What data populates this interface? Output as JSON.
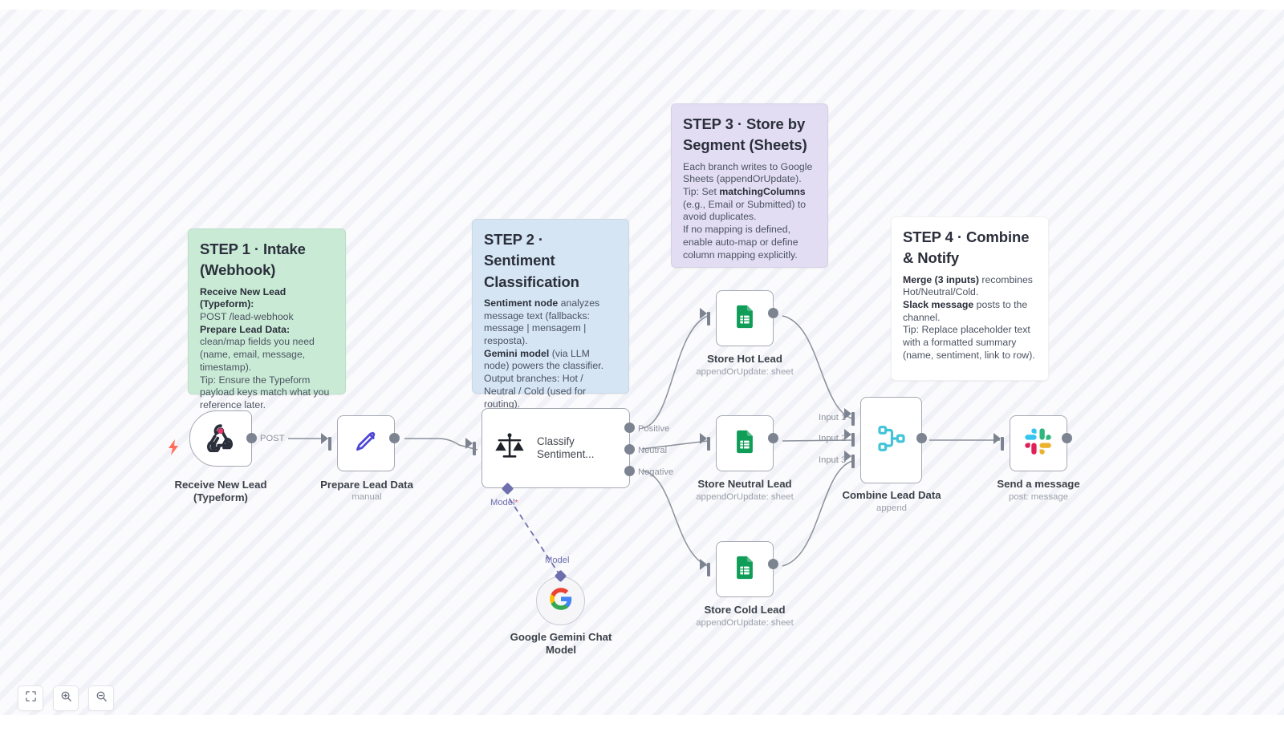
{
  "app": {
    "expand_icon": "expand-arrows-icon"
  },
  "toolbar": {
    "fit_label": "fit-to-view-icon",
    "zoom_in_label": "zoom-in-icon",
    "zoom_out_label": "zoom-out-icon"
  },
  "sticky_notes": [
    {
      "id": "step-1",
      "color": "#c9ebd6",
      "title": "STEP 1 · Intake (Webhook)",
      "lines": [
        {
          "bold": "Receive New Lead (Typeform):",
          "text": ""
        },
        {
          "bold": "",
          "text": "POST /lead-webhook"
        },
        {
          "bold": "Prepare Lead Data:",
          "text": " clean/map fields you need (name, email, message, timestamp)."
        },
        {
          "bold": "",
          "text": "Tip: Ensure the Typeform payload keys match what you reference later."
        }
      ]
    },
    {
      "id": "step-2",
      "color": "#d5e5f3",
      "title": "STEP 2 · Sentiment Classification",
      "lines": [
        {
          "bold": "Sentiment node",
          "text": " analyzes message text (fallbacks: message | mensagem | resposta)."
        },
        {
          "bold": "Gemini model",
          "text": " (via LLM node) powers the classifier."
        },
        {
          "bold": "",
          "text": "Output branches: Hot / Neutral / Cold (used for routing)."
        }
      ]
    },
    {
      "id": "step-3",
      "color": "#e2ddf2",
      "title": "STEP 3 · Store by Segment (Sheets)",
      "lines": [
        {
          "bold": "",
          "text": "Each branch writes to Google Sheets (appendOrUpdate)."
        },
        {
          "bold": "",
          "text": "Tip: Set "
        },
        {
          "bold": "matchingColumns",
          "text": " (e.g., Email or Submitted) to avoid duplicates."
        },
        {
          "bold": "",
          "text": "If no mapping is defined, enable auto-map or define column mapping explicitly."
        }
      ]
    },
    {
      "id": "step-4",
      "color": "#ffffff",
      "title": "STEP 4 · Combine & Notify",
      "lines": [
        {
          "bold": "Merge (3 inputs)",
          "text": " recombines Hot/Neutral/Cold."
        },
        {
          "bold": "Slack message",
          "text": " posts to the channel."
        },
        {
          "bold": "",
          "text": "Tip: Replace placeholder text with a formatted summary (name, sentiment, link to row)."
        }
      ]
    }
  ],
  "sticky_1_text": {
    "l1_b": "Receive New Lead (Typeform):",
    "l2": "POST /lead-webhook",
    "l3_b": "Prepare Lead Data:",
    "l3": " clean/map fields you need (name, email, message, timestamp).",
    "l4": "Tip: Ensure the Typeform payload keys match what you reference later.",
    "title": "STEP 1 · Intake (Webhook)"
  },
  "sticky_2_text": {
    "title": "STEP 2 · Sentiment Classification",
    "l1_b": "Sentiment node",
    "l1": " analyzes message text (fallbacks: message | mensagem | resposta).",
    "l2_b": "Gemini model",
    "l2": " (via LLM node) powers the classifier.",
    "l3": "Output branches: Hot / Neutral / Cold (used for routing)."
  },
  "sticky_3_text": {
    "title": "STEP 3 · Store by Segment (Sheets)",
    "l1": "Each branch writes to Google Sheets (appendOrUpdate).",
    "l2a": "Tip: Set ",
    "l2_b": "matchingColumns",
    "l2c": " (e.g., Email or Submitted) to avoid duplicates.",
    "l3": "If no mapping is defined, enable auto-map or define column mapping explicitly."
  },
  "sticky_4_text": {
    "title": "STEP 4 · Combine & Notify",
    "l1_b": "Merge (3 inputs)",
    "l1": " recombines Hot/Neutral/Cold.",
    "l2_b": "Slack message",
    "l2": " posts to the channel.",
    "l3": "Tip: Replace placeholder text with a formatted summary (name, sentiment, link to row)."
  },
  "nodes": [
    {
      "id": "webhook",
      "name": "Receive New Lead (Typeform)",
      "name_line1": "Receive New Lead",
      "name_line2": "(Typeform)",
      "subtitle": "",
      "icon": "webhook-icon",
      "type": "trigger"
    },
    {
      "id": "prepare",
      "name": "Prepare Lead Data",
      "subtitle": "manual",
      "icon": "edit-fields-pen-icon",
      "type": "action"
    },
    {
      "id": "classify",
      "name": "Classify Sentiment...",
      "name_line1": "Classify",
      "name_line2": "Sentiment...",
      "subtitle": "",
      "icon": "scales-balance-icon",
      "type": "sentiment",
      "outputs": [
        "Positive",
        "Neutral",
        "Negative"
      ],
      "sub_input": "Model",
      "sub_input_required": "*"
    },
    {
      "id": "gemini",
      "name": "Google Gemini Chat Model",
      "name_line1": "Google Gemini Chat",
      "name_line2": "Model",
      "subtitle": "",
      "icon": "google-g-icon",
      "type": "lm",
      "port_label": "Model"
    },
    {
      "id": "store-hot",
      "name": "Store Hot Lead",
      "subtitle": "appendOrUpdate: sheet",
      "icon": "google-sheets-icon",
      "type": "action"
    },
    {
      "id": "store-neutral",
      "name": "Store Neutral Lead",
      "subtitle": "appendOrUpdate: sheet",
      "icon": "google-sheets-icon",
      "type": "action"
    },
    {
      "id": "store-cold",
      "name": "Store Cold Lead",
      "subtitle": "appendOrUpdate: sheet",
      "icon": "google-sheets-icon",
      "type": "action"
    },
    {
      "id": "combine",
      "name": "Combine Lead Data",
      "subtitle": "append",
      "icon": "merge-icon",
      "type": "merge",
      "inputs": [
        "Input 1",
        "Input 2",
        "Input 3"
      ]
    },
    {
      "id": "slack",
      "name": "Send a message",
      "subtitle": "post: message",
      "icon": "slack-icon",
      "type": "action"
    }
  ],
  "edge_labels": {
    "webhook_out": "POST",
    "classify_positive": "Positive",
    "classify_neutral": "Neutral",
    "classify_negative": "Negative",
    "classify_model": "Model",
    "classify_model_required": "*",
    "gemini_model": "Model",
    "merge_input_1": "Input 1",
    "merge_input_2": "Input 2",
    "merge_input_3": "Input 3"
  },
  "colors": {
    "canvas_bg": "#fcfcfe",
    "stripe": "#f1f2f7",
    "edge": "#8b909b",
    "sticky_green": "#c9ebd6",
    "sticky_blue": "#d5e5f3",
    "sticky_purple": "#e2ddf2",
    "sticky_white": "#ffffff",
    "sheets_green": "#0f9d58",
    "merge_cyan": "#41c4d8",
    "model_purple": "#6f6fae",
    "trigger_orange": "#ff6d5a"
  }
}
